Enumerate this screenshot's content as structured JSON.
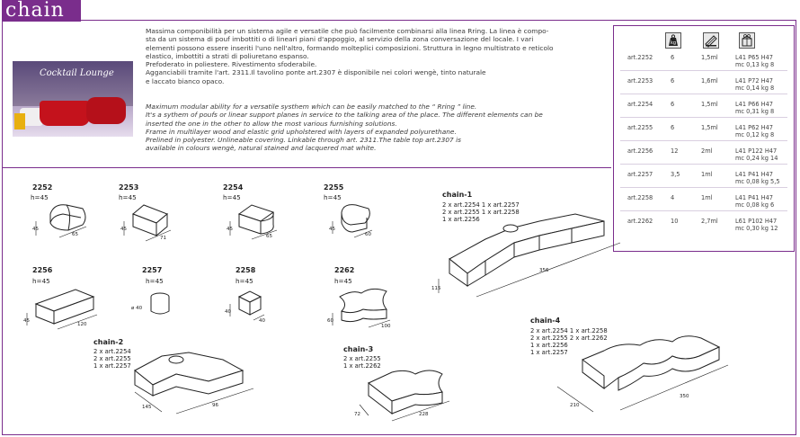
{
  "header": {
    "title": "chain"
  },
  "photo": {
    "sign_text": "Cocktail Lounge"
  },
  "description": {
    "italian": [
      "Massima componibilità per un sistema agile e versatile che può facilmente combinarsi alla linea Rring. La linea è compo-",
      "sta da un sistema di pouf imbottiti o di lineari piani d'appoggio, al servizio della zona conversazione del locale. I vari",
      "elementi possono essere inseriti l'uno nell'altro, formando molteplici composizioni. Struttura in legno multistrato e reticolo",
      "elastico, imbottiti a strati di poliuretano espanso.",
      "Prefoderato in poliestere. Rivestimento sfoderabile.",
      "Agganciabili tramite l'art. 2311.Il tavolino ponte art.2307 è disponibile nei colori wengè, tinto naturale",
      "e laccato bianco opaco."
    ],
    "english": [
      "Maximum modular ability for a versatile systhem which can be easily matched to the “ Rring ” line.",
      "It's a sythem of poufs or linear support planes in service to the talking area of the place. The different elements can be",
      "inserted the one in the other to allow the most various furnishing solutions.",
      "Frame in multilayer wood and elastic grid upholstered with layers of expanded polyurethane.",
      "Prelined  in polyester. Unlineable covering. Linkable through art. 2311.The table top art.2307 is",
      "available in colours wengè, natural stained and lacquered mat white."
    ]
  },
  "spec_table": {
    "icons": [
      "weight-kg-icon",
      "fabric-measure-icon",
      "package-box-icon"
    ],
    "kg_label": "kg",
    "rows": [
      {
        "art": "art.2252",
        "kg": "6",
        "fabric": "1,5ml",
        "pack": [
          "L41 P65 H47",
          "mc 0,13 kg 8"
        ]
      },
      {
        "art": "art.2253",
        "kg": "6",
        "fabric": "1,6ml",
        "pack": [
          "L41 P72 H47",
          "mc 0,14 kg 8"
        ]
      },
      {
        "art": "art.2254",
        "kg": "6",
        "fabric": "1,5ml",
        "pack": [
          "L41 P66 H47",
          "mc 0,31 kg 8"
        ]
      },
      {
        "art": "art.2255",
        "kg": "6",
        "fabric": "1,5ml",
        "pack": [
          "L41 P62 H47",
          "mc 0,12 kg 8"
        ]
      },
      {
        "art": "art.2256",
        "kg": "12",
        "fabric": "2ml",
        "pack": [
          "L41 P122 H47",
          "mc 0,24 kg 14"
        ]
      },
      {
        "art": "art.2257",
        "kg": "3,5",
        "fabric": "1ml",
        "pack": [
          "L41 P41 H47",
          "mc 0,08 kg 5,5"
        ]
      },
      {
        "art": "art.2258",
        "kg": "4",
        "fabric": "1ml",
        "pack": [
          "L41 P41 H47",
          "mc 0,08 kg 6"
        ]
      },
      {
        "art": "art.2262",
        "kg": "10",
        "fabric": "2,7ml",
        "pack": [
          "L61 P102 H47",
          "mc 0,30 kg 12"
        ]
      }
    ]
  },
  "products": {
    "p2252": {
      "code": "2252",
      "h": "h=45",
      "dims": [
        "45",
        "65"
      ]
    },
    "p2253": {
      "code": "2253",
      "h": "h=45",
      "dims": [
        "45",
        "71"
      ]
    },
    "p2254": {
      "code": "2254",
      "h": "h=45",
      "dims": [
        "45",
        "65"
      ]
    },
    "p2255": {
      "code": "2255",
      "h": "h=45",
      "dims": [
        "45",
        "60"
      ]
    },
    "p2256": {
      "code": "2256",
      "h": "h=45",
      "dims": [
        "45",
        "120"
      ]
    },
    "p2257": {
      "code": "2257",
      "h": "h=45",
      "dims": [
        "ø 40"
      ]
    },
    "p2258": {
      "code": "2258",
      "h": "h=45",
      "dims": [
        "40",
        "40"
      ]
    },
    "p2262": {
      "code": "2262",
      "h": "h=45",
      "dims": [
        "60",
        "100"
      ]
    }
  },
  "compositions": {
    "chain1": {
      "title": "chain-1",
      "lines": [
        "2 x art.2254   1 x art.2257",
        "2 x art.2255   1 x art.2258",
        "1 x art.2256"
      ],
      "dims": [
        "115",
        "356"
      ]
    },
    "chain2": {
      "title": "chain-2",
      "lines": [
        "2 x art.2254",
        "2 x art.2255",
        "1 x art.2257"
      ],
      "dims": [
        "145",
        "96"
      ]
    },
    "chain3": {
      "title": "chain-3",
      "lines": [
        "2 x art.2255",
        "1 x art.2262"
      ],
      "dims": [
        "72",
        "228"
      ]
    },
    "chain4": {
      "title": "chain-4",
      "lines": [
        "2 x art.2254   1 x art.2258",
        "2 x art.2255   2 x art.2262",
        "1 x art.2256",
        "1 x art.2257"
      ],
      "dims": [
        "210",
        "350"
      ]
    }
  }
}
